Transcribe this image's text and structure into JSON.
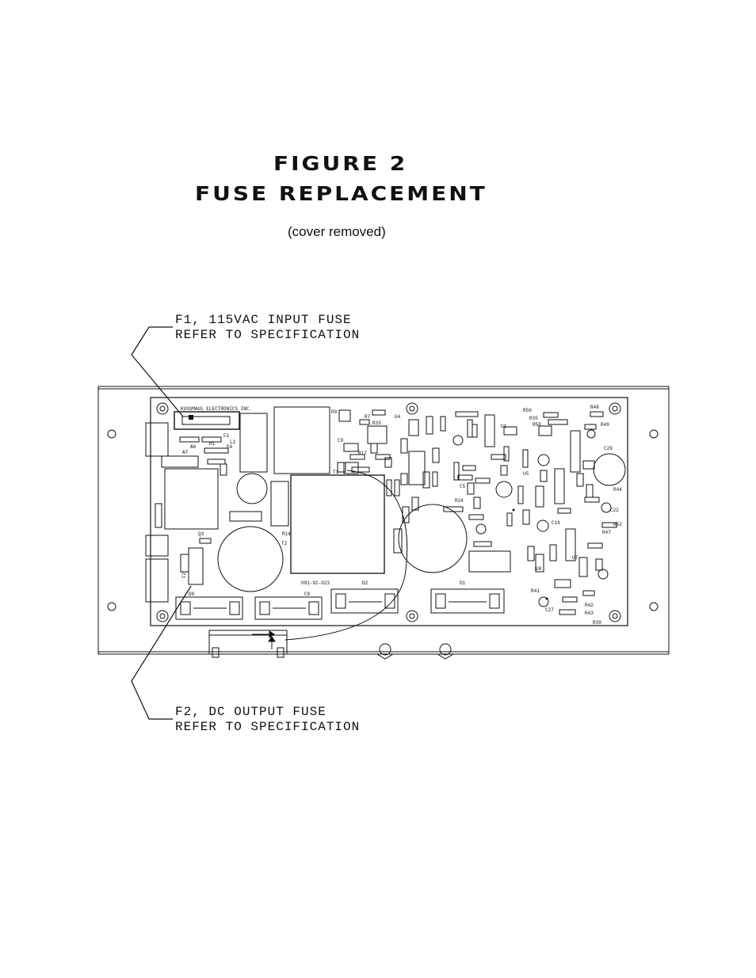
{
  "figure": {
    "title_line1": "FIGURE 2",
    "title_line2": "FUSE REPLACEMENT",
    "subtitle": "(cover removed)"
  },
  "callouts": {
    "f1_line1": "F1, 115VAC INPUT FUSE",
    "f1_line2": "REFER TO SPECIFICATION",
    "f2_line1": "F2, DC OUTPUT FUSE",
    "f2_line2": "REFER TO SPECIFICATION"
  },
  "board": {
    "manufacturer": "KUSSMAUL ELECTRONICS INC.",
    "part_number": "091-92-023",
    "labels": {
      "f1": "F1",
      "f2": "F2",
      "l2": "L2",
      "t1": "T1",
      "t2": "T2",
      "a6": "A6",
      "a7": "A7",
      "d4": "D4",
      "r1": "R1",
      "r9": "R9",
      "r7": "R7",
      "r33": "R33",
      "r17": "R17",
      "r14": "R14",
      "r24": "R24",
      "r50": "R50",
      "r35": "R35",
      "r58": "R58",
      "r48": "R48",
      "r49": "R49",
      "c29": "C29",
      "c5": "C5",
      "c9": "C9",
      "c16": "C16",
      "u1": "U1",
      "u4": "U4",
      "u5": "U5",
      "u7": "U7",
      "u8": "U8",
      "r41": "R41",
      "r42": "R42",
      "r43": "R43",
      "r39": "R39",
      "r44": "R44",
      "r52": "R52",
      "r47": "R47",
      "d2": "D2",
      "d1": "D1",
      "d8": "D8",
      "c8": "C8",
      "q3": "Q3",
      "c22": "C22",
      "c27": "C27"
    }
  }
}
